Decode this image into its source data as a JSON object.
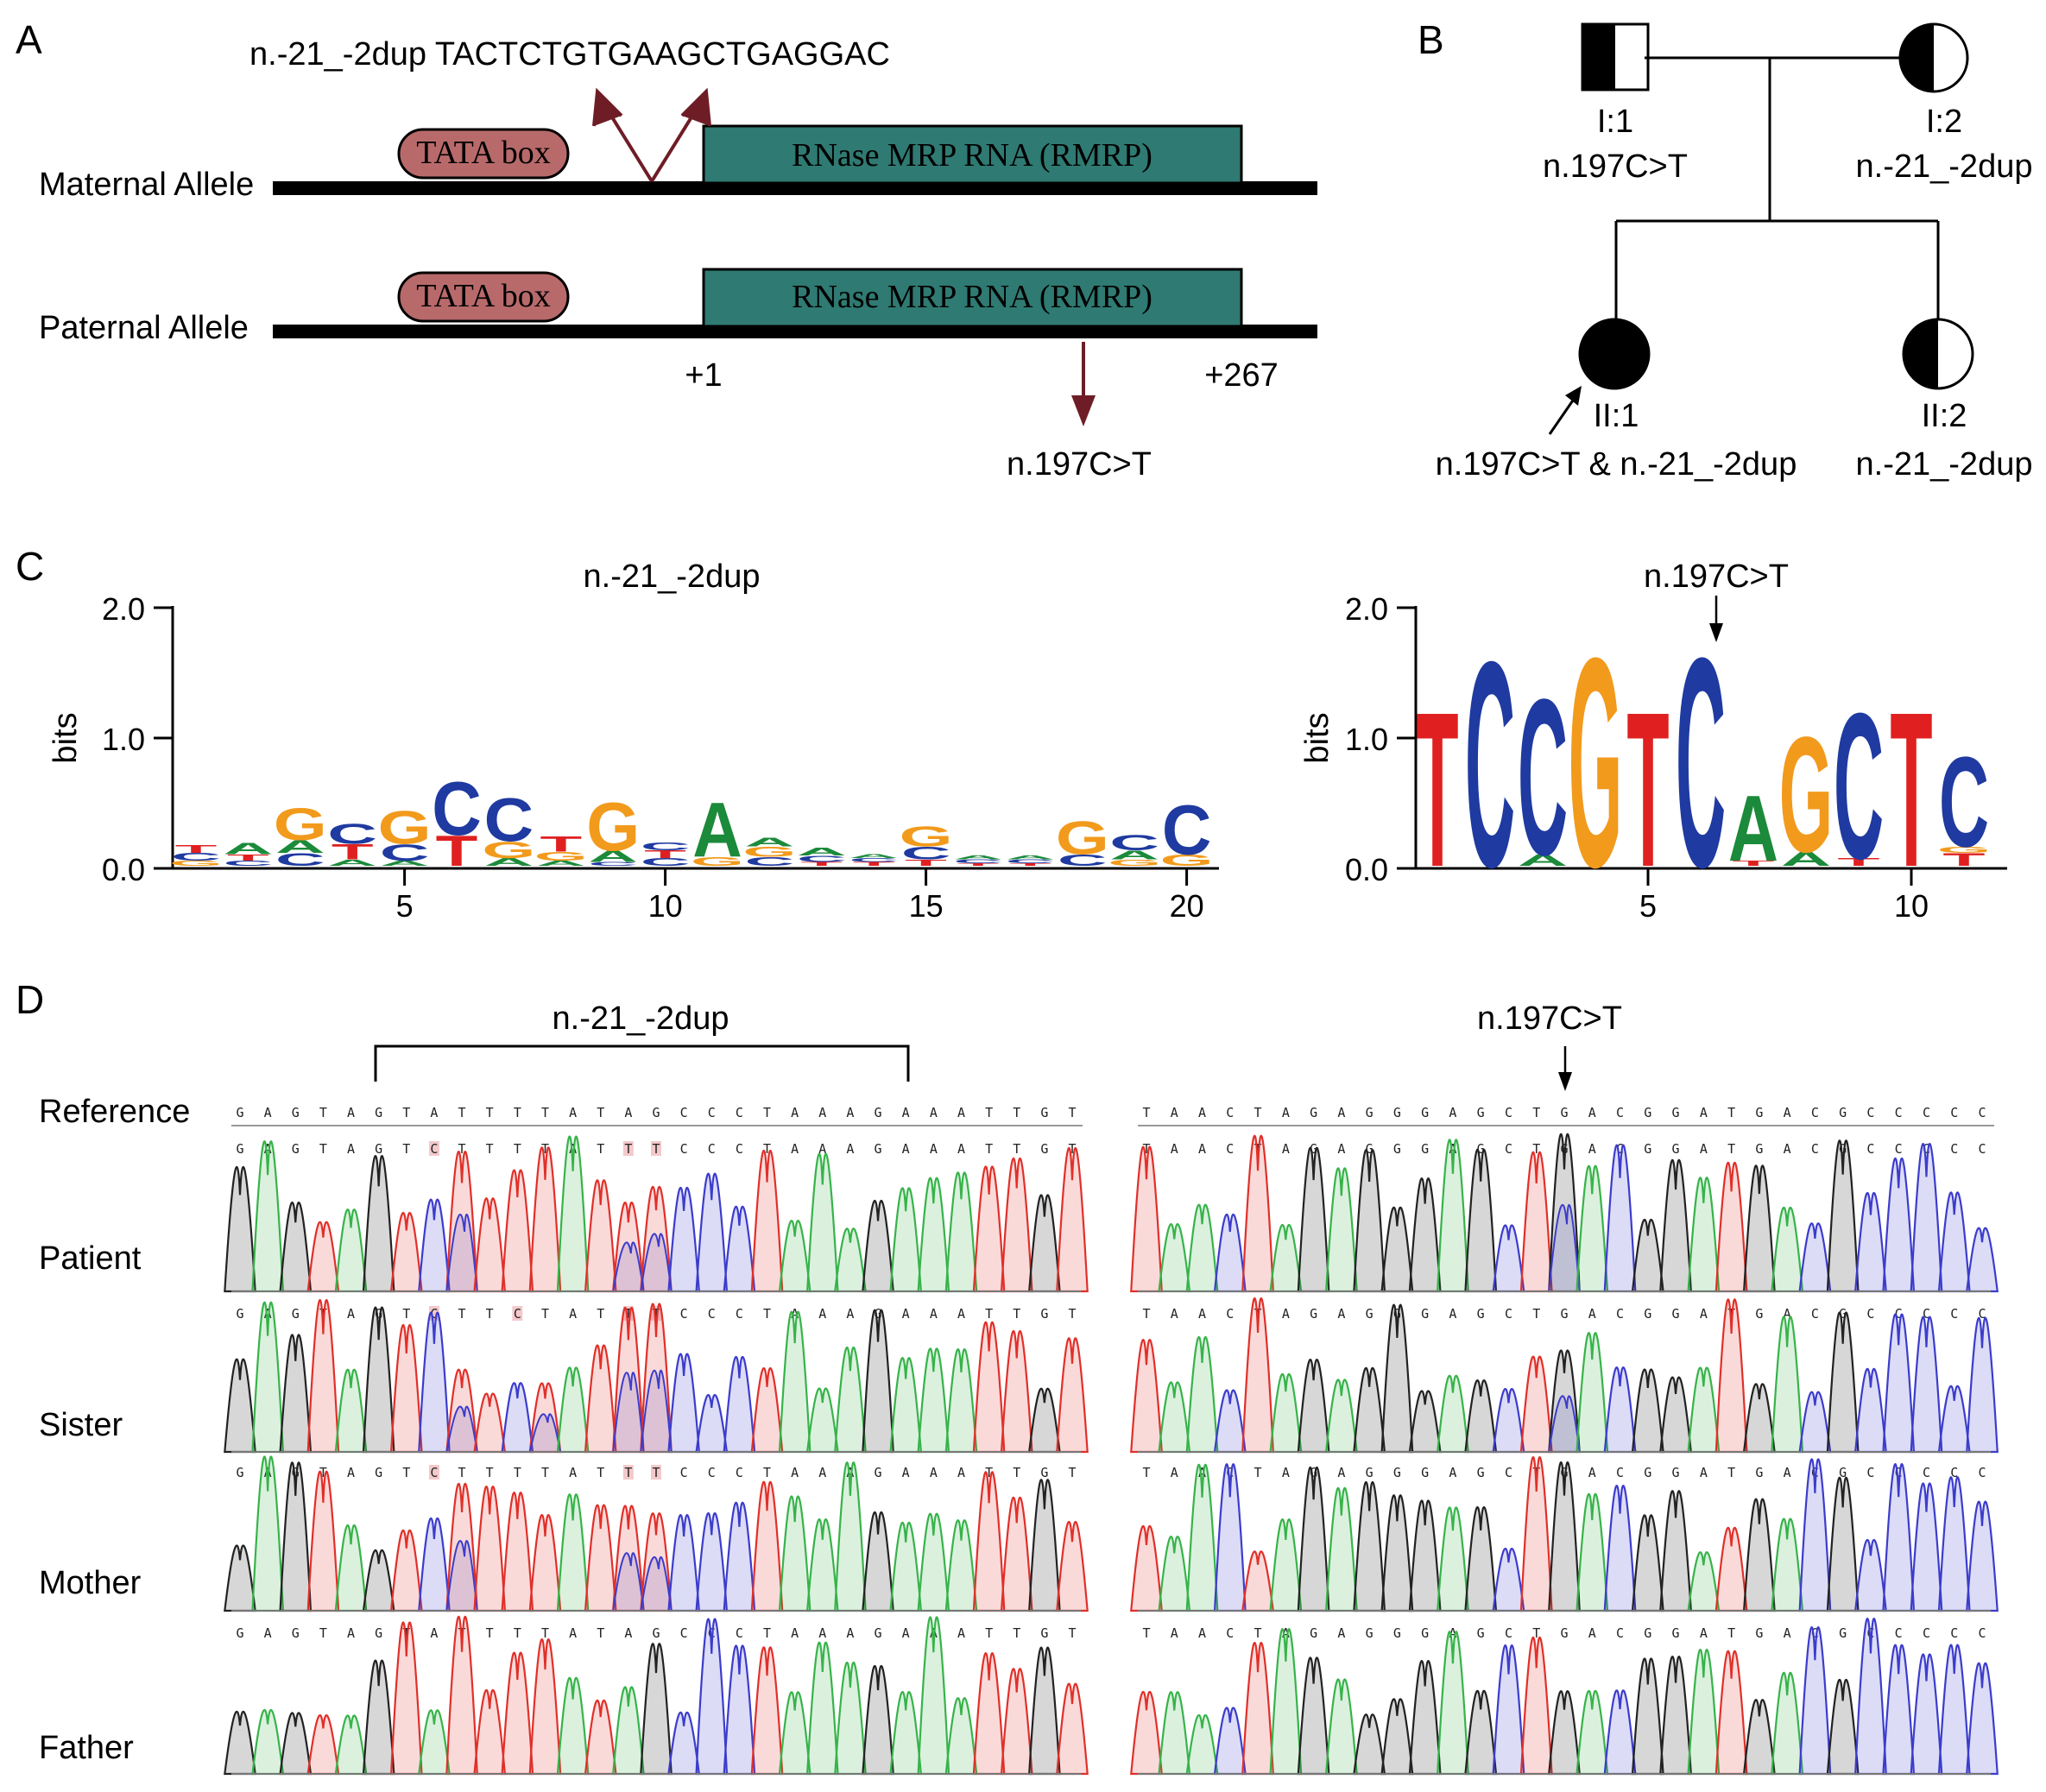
{
  "panels": {
    "a": "A",
    "b": "B",
    "c": "C",
    "d": "D"
  },
  "panel_a": {
    "maternal_label": "Maternal Allele",
    "paternal_label": "Paternal Allele",
    "tata_label": "TATA box",
    "rmrp_label": "RNase MRP RNA (RMRP)",
    "dup_label": "n.-21_-2dup TACTCTGTGAAGCTGAGGAC",
    "pos_start": "+1",
    "pos_end": "+267",
    "mut_label": "n.197C>T",
    "colors": {
      "tata": "#b86a6b",
      "rmrp": "#2f7a72",
      "arrow": "#6e1d26"
    }
  },
  "panel_b": {
    "i1_id": "I:1",
    "i1_var": "n.197C>T",
    "i2_id": "I:2",
    "i2_var": "n.-21_-2dup",
    "ii1_id": "II:1",
    "ii1_var": "n.197C>T & n.-21_-2dup",
    "ii2_id": "II:2",
    "ii2_var": "n.-21_-2dup"
  },
  "panel_c": {
    "logo1_title": "n.-21_-2dup",
    "logo2_title": "n.197C>T",
    "ylabel": "bits",
    "yticks": [
      "0.0",
      "1.0",
      "2.0"
    ],
    "logo1_xticks": [
      "5",
      "10",
      "15",
      "20"
    ],
    "logo2_xticks": [
      "5",
      "10"
    ],
    "colors": {
      "A": "#1b8a3a",
      "C": "#1f3aa0",
      "G": "#f29a1c",
      "T": "#e02020"
    },
    "logo1": [
      [
        [
          "G",
          0.04
        ],
        [
          "C",
          0.06
        ],
        [
          "T",
          0.06
        ]
      ],
      [
        [
          "C",
          0.04
        ],
        [
          "T",
          0.05
        ],
        [
          "A",
          0.09
        ]
      ],
      [
        [
          "C",
          0.1
        ],
        [
          "A",
          0.1
        ],
        [
          "G",
          0.25
        ]
      ],
      [
        [
          "A",
          0.05
        ],
        [
          "T",
          0.12
        ],
        [
          "C",
          0.16
        ]
      ],
      [
        [
          "A",
          0.04
        ],
        [
          "C",
          0.13
        ],
        [
          "G",
          0.26
        ]
      ],
      [
        [
          "T",
          0.24
        ],
        [
          "C",
          0.42
        ]
      ],
      [
        [
          "A",
          0.06
        ],
        [
          "G",
          0.13
        ],
        [
          "C",
          0.34
        ]
      ],
      [
        [
          "A",
          0.04
        ],
        [
          "G",
          0.07
        ],
        [
          "T",
          0.12
        ]
      ],
      [
        [
          "C",
          0.03
        ],
        [
          "A",
          0.09
        ],
        [
          "G",
          0.38
        ]
      ],
      [
        [
          "C",
          0.06
        ],
        [
          "T",
          0.06
        ],
        [
          "C",
          0.06
        ]
      ],
      [
        [
          "G",
          0.07
        ],
        [
          "A",
          0.43
        ]
      ],
      [
        [
          "C",
          0.07
        ],
        [
          "G",
          0.08
        ],
        [
          "A",
          0.07
        ]
      ],
      [
        [
          "T",
          0.03
        ],
        [
          "C",
          0.05
        ],
        [
          "A",
          0.06
        ]
      ],
      [
        [
          "T",
          0.03
        ],
        [
          "C",
          0.03
        ],
        [
          "A",
          0.03
        ]
      ],
      [
        [
          "T",
          0.05
        ],
        [
          "C",
          0.1
        ],
        [
          "G",
          0.16
        ]
      ],
      [
        [
          "T",
          0.02
        ],
        [
          "C",
          0.03
        ],
        [
          "A",
          0.03
        ]
      ],
      [
        [
          "T",
          0.02
        ],
        [
          "C",
          0.03
        ],
        [
          "A",
          0.03
        ]
      ],
      [
        [
          "C",
          0.09
        ],
        [
          "G",
          0.26
        ]
      ],
      [
        [
          "G",
          0.05
        ],
        [
          "A",
          0.07
        ],
        [
          "C",
          0.12
        ]
      ],
      [
        [
          "G",
          0.09
        ],
        [
          "C",
          0.39
        ]
      ]
    ],
    "logo2": [
      [
        [
          "T",
          1.22
        ]
      ],
      [
        [
          "C",
          1.62
        ]
      ],
      [
        [
          "A",
          0.09
        ],
        [
          "C",
          1.23
        ]
      ],
      [
        [
          "G",
          1.65
        ]
      ],
      [
        [
          "T",
          1.22
        ]
      ],
      [
        [
          "C",
          1.65
        ]
      ],
      [
        [
          "T",
          0.04
        ],
        [
          "A",
          0.52
        ]
      ],
      [
        [
          "A",
          0.11
        ],
        [
          "G",
          0.91
        ]
      ],
      [
        [
          "T",
          0.06
        ],
        [
          "C",
          1.15
        ]
      ],
      [
        [
          "T",
          1.22
        ]
      ],
      [
        [
          "T",
          0.1
        ],
        [
          "G",
          0.05
        ],
        [
          "C",
          0.71
        ]
      ]
    ]
  },
  "panel_d": {
    "dup_label": "n.-21_-2dup",
    "mut_label": "n.197C>T",
    "rows": [
      "Reference",
      "Patient",
      "Sister",
      "Mother",
      "Father"
    ],
    "left_ref": "GAGTAGTATTTTATAGCCCTAAAGAAATTGT",
    "right_ref": "TAACTAGAGGGAGCTGACGGATGACGCCCCC",
    "left_patient": "GAGTAGTCTTTTATTTCCCTAAAGAAATTGT",
    "left_sister": "GAGTAGTCTTCTATTTCCCTAAAGAAATTGT",
    "left_mother": "GAGTAGTCTTTTATTTCCCTAAAGAAATTGT",
    "left_father": "GAGTAGTATTTTATAGCCCTAAAGAAATTGT",
    "right_patient": "TAACTAGAGGGAGCTGACGGATGACGCCCCC",
    "right_sister": "TAACTAGAGGGAGCTGACGGATGACGCCCCC",
    "right_mother": "TAACTAGAGGGAGCTGACGGATGACGCCCCC",
    "right_father": "TAACTAGAGGGAGCTGACGGATGACGCCCCC",
    "chrom_colors": {
      "A": "#37b34a",
      "C": "#3c3ccc",
      "G": "#222222",
      "T": "#e0302a"
    }
  }
}
